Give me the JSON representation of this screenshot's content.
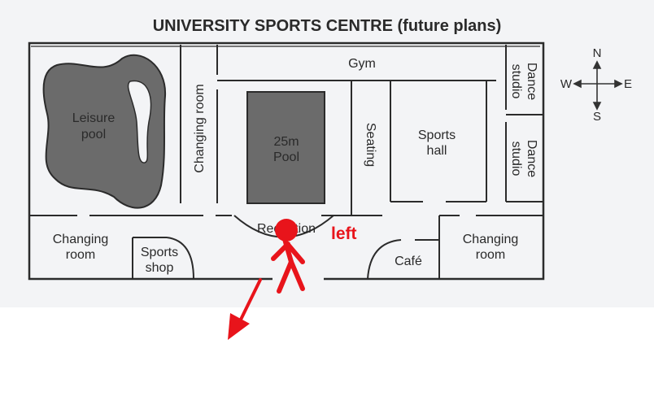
{
  "title": "UNIVERSITY SPORTS CENTRE (future plans)",
  "rooms": {
    "leisure_pool": [
      "Leisure",
      "pool"
    ],
    "changing_room_vertical": "Changing room",
    "gym": "Gym",
    "pool_25m": [
      "25m",
      "Pool"
    ],
    "seating": "Seating",
    "sports_hall": [
      "Sports",
      "hall"
    ],
    "dance_studio_top": [
      "Dance",
      "studio"
    ],
    "dance_studio_bottom": [
      "Dance",
      "studio"
    ],
    "changing_room_left": [
      "Changing",
      "room"
    ],
    "sports_shop": [
      "Sports",
      "shop"
    ],
    "reception": "Reception",
    "cafe": "Café",
    "changing_room_right": [
      "Changing",
      "room"
    ]
  },
  "compass": {
    "n": "N",
    "s": "S",
    "e": "E",
    "w": "W"
  },
  "annotation": {
    "text": "left",
    "color": "#e8141b"
  },
  "colors": {
    "wall": "#2b2b2b",
    "pool_fill": "#6b6b6b",
    "background": "#f3f4f6",
    "accent": "#e8141b"
  }
}
